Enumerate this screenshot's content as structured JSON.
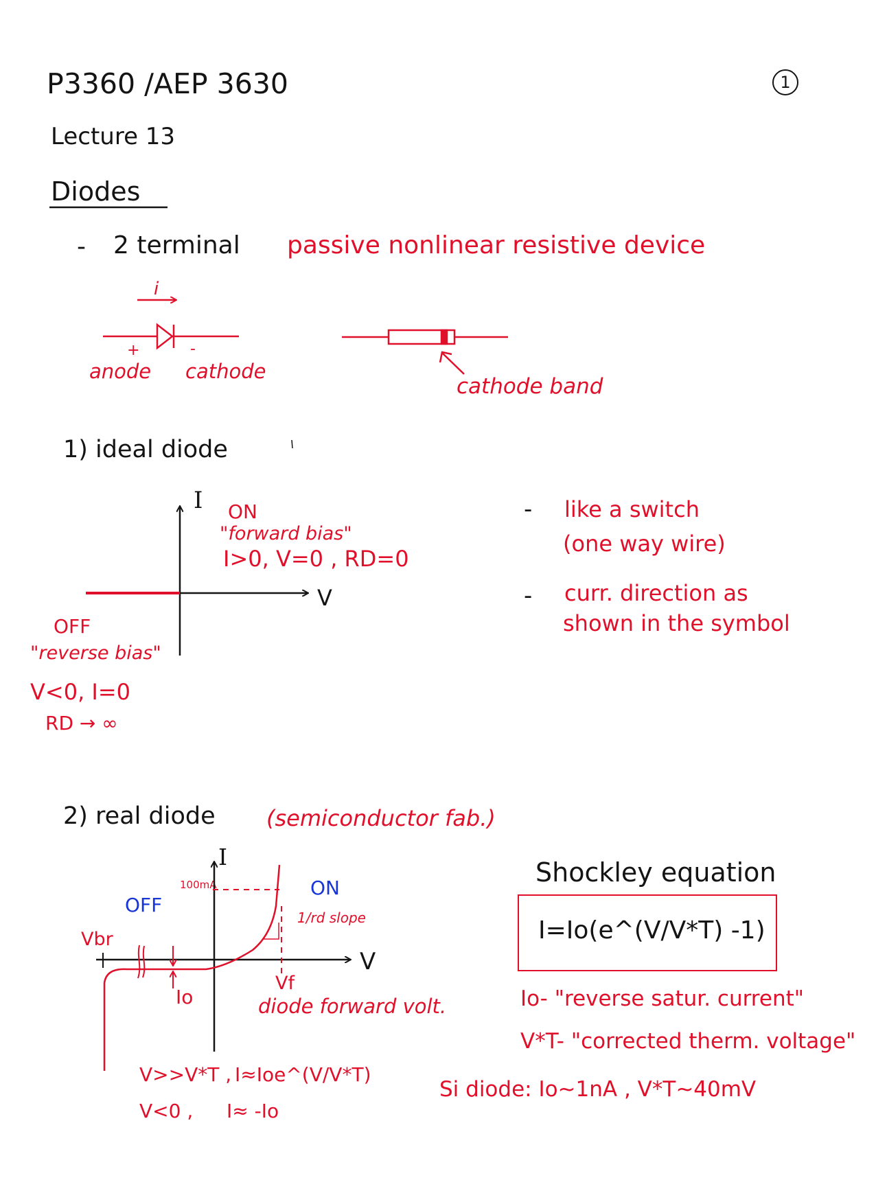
{
  "header": {
    "course": "P3360 /AEP 3630",
    "lecture": "Lecture 13",
    "topic": "Diodes",
    "page_number": "1"
  },
  "intro": {
    "bullet": "-",
    "terminal": "2 terminal",
    "description": "passive nonlinear resistive device"
  },
  "symbol": {
    "current_label": "i",
    "plus": "+",
    "minus": "-",
    "anode": "anode",
    "cathode": "cathode",
    "cathode_band": "cathode band"
  },
  "ideal": {
    "heading": "1) ideal diode",
    "axis_i": "I",
    "axis_v": "V",
    "on": "ON",
    "forward_bias": "\"forward bias\"",
    "on_condition": "I>0, V=0 , RD=0",
    "off": "OFF",
    "reverse_bias": "\"reverse bias\"",
    "off_condition": "V<0, I=0",
    "off_resistance": "RD → ∞",
    "notes": [
      {
        "dash": "-",
        "line1": "like a switch",
        "line2": "(one way wire)"
      },
      {
        "dash": "-",
        "line1": "curr. direction as",
        "line2": "shown in the symbol"
      }
    ]
  },
  "real": {
    "heading": "2) real diode",
    "fab_note": "(semiconductor fab.)",
    "axis_i": "I",
    "axis_v": "V",
    "marker_100ma": "100mA",
    "on": "ON",
    "off": "OFF",
    "vbr": "Vbr",
    "io": "Io",
    "slope_note": "1/rd slope",
    "vf": "Vf",
    "vf_desc": "diode forward volt.",
    "approx1_cond": "V>>V*T ,",
    "approx1_eq": "I≈Ioe^(V/V*T)",
    "approx2_cond": "V<0 ,",
    "approx2_eq": "I≈ -Io"
  },
  "shockley": {
    "title": "Shockley equation",
    "equation": "I=Io(e^(V/V*T) -1)",
    "io_def": "Io- \"reverse satur. current\"",
    "vt_def": "V*T- \"corrected therm. voltage\"",
    "si_values": "Si diode: Io~1nA , V*T~40mV"
  },
  "colors": {
    "ink": "#141414",
    "red": "#e0102a",
    "blue": "#1636d8"
  }
}
